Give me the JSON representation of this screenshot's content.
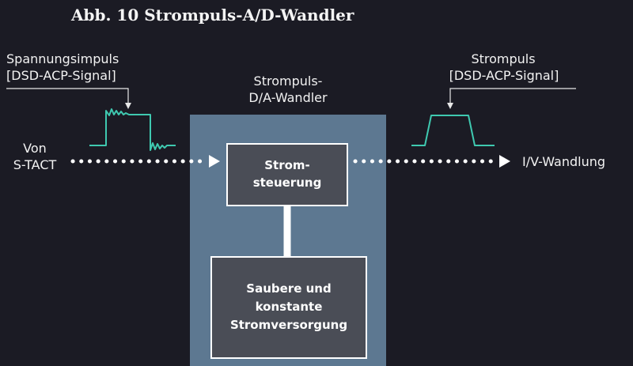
{
  "title": "Abb. 10   Strompuls-A/D-Wandler",
  "input_signal": {
    "label_line1": "Spannungsimpuls",
    "label_line2": "[DSD-ACP-Signal]"
  },
  "input_source": {
    "line1": "Von",
    "line2": "S-TACT"
  },
  "converter": {
    "label_line1": "Strompuls-",
    "label_line2": "D/A-Wandler"
  },
  "control_box": {
    "line1": "Strom-",
    "line2": "steuerung"
  },
  "supply_box": {
    "line1": "Saubere und",
    "line2": "konstante",
    "line3": "Stromversorgung"
  },
  "output_signal": {
    "label_line1": "Strompuls",
    "label_line2": "[DSD-ACP-Signal]"
  },
  "output_target": "I/V-Wandlung",
  "colors": {
    "background": "#1b1b24",
    "panel": "#5d7891",
    "box": "#4a4d56",
    "signal": "#3fc9b0",
    "text": "#f2f2f2"
  }
}
